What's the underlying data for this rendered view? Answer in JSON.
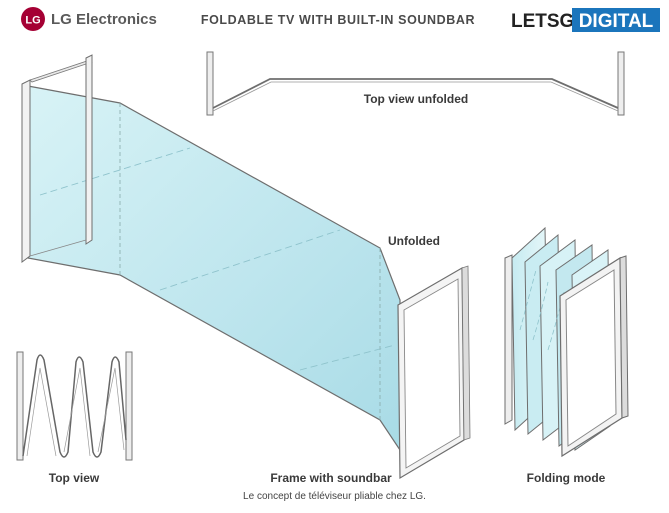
{
  "header": {
    "brand_left": "LG Electronics",
    "brand_left_logo": "LG",
    "title": "FOLDABLE TV WITH BUILT-IN SOUNDBAR",
    "brand_right_a": "LETSGO",
    "brand_right_b": "DIGITAL"
  },
  "labels": {
    "top_view_unfolded": "Top view unfolded",
    "unfolded": "Unfolded",
    "top_view": "Top view",
    "frame_with_soundbar": "Frame with soundbar",
    "folding_mode": "Folding mode"
  },
  "caption": "Le concept de téléviseur pliable chez LG.",
  "colors": {
    "lg_red": "#a50034",
    "digital_blue": "#1b75bc",
    "screen_tint": "#cfeef3",
    "frame": "#7a7a7a"
  }
}
